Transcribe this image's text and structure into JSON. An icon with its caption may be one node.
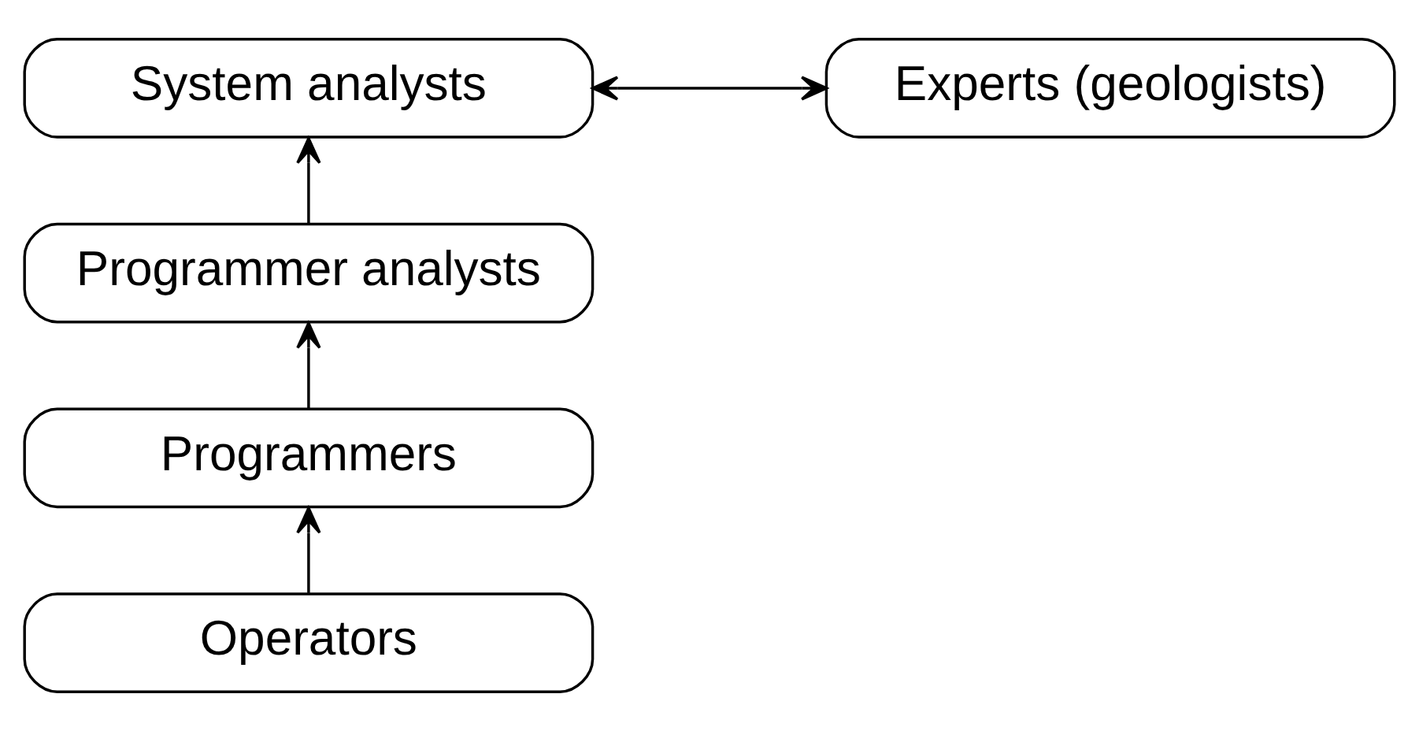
{
  "diagram": {
    "nodes": [
      {
        "text": [
          "System analysts"
        ]
      },
      {
        "text": [
          "Experts (geologists)"
        ]
      },
      {
        "text": [
          "Programmer analysts"
        ]
      },
      {
        "text": [
          "Programmers"
        ]
      },
      {
        "text": [
          "Operators"
        ]
      }
    ],
    "edges": [
      {
        "from": 0,
        "to": 1,
        "arrow": "both"
      },
      {
        "from": 2,
        "to": 0,
        "arrow": "to"
      },
      {
        "from": 3,
        "to": 2,
        "arrow": "to"
      },
      {
        "from": 4,
        "to": 3,
        "arrow": "to"
      }
    ]
  }
}
